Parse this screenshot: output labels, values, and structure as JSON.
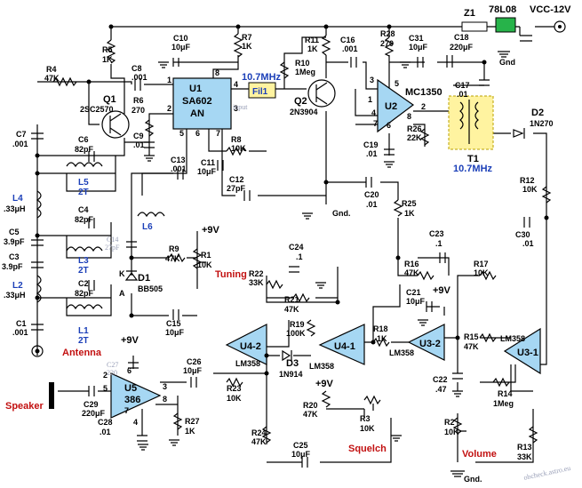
{
  "power": {
    "vcc": "VCC-12V",
    "plus9": "+9V",
    "regulator": "78L08",
    "zener": "Z1",
    "gnd": "Gnd",
    "gnd_dot": "Gnd."
  },
  "ics": {
    "u1": {
      "name": "U1",
      "part1": "SA602",
      "part2": "AN",
      "pins": [
        "1",
        "2",
        "3",
        "4",
        "5",
        "6",
        "7",
        "8"
      ]
    },
    "u2": {
      "name": "U2",
      "part": "MC1350",
      "pins": [
        "1",
        "2",
        "3",
        "4",
        "5",
        "6",
        "7",
        "8"
      ]
    },
    "u3_1": {
      "name": "U3-1",
      "part": "LM358"
    },
    "u3_2": {
      "name": "U3-2",
      "part": "LM358"
    },
    "u4_1": {
      "name": "U4-1",
      "part": "LM358"
    },
    "u4_2": {
      "name": "U4-2",
      "part": "LM358"
    },
    "u5": {
      "name": "U5",
      "part": "386",
      "pins": [
        "2",
        "3",
        "4",
        "5",
        "6",
        "7",
        "8"
      ]
    }
  },
  "filter": {
    "name": "Fil1",
    "freq": "10.7MHz",
    "input_label": "input"
  },
  "transformer": {
    "name": "T1",
    "freq": "10.7MHz"
  },
  "transistors": [
    {
      "name": "Q1",
      "part": "2SC2570"
    },
    {
      "name": "Q2",
      "part": "2N3904"
    }
  ],
  "diodes": [
    {
      "name": "D1",
      "part": "BB505",
      "k": "K",
      "a": "A"
    },
    {
      "name": "D2",
      "part": "1N270"
    },
    {
      "name": "D3",
      "part": "1N914"
    }
  ],
  "resistors": [
    {
      "name": "R1",
      "value": "10K"
    },
    {
      "name": "R2",
      "value": "10K"
    },
    {
      "name": "R3",
      "value": "10K"
    },
    {
      "name": "R4",
      "value": "47K"
    },
    {
      "name": "R5",
      "value": "1K"
    },
    {
      "name": "R6",
      "value": "270"
    },
    {
      "name": "R7",
      "value": "1K"
    },
    {
      "name": "R8",
      "value": "10K"
    },
    {
      "name": "R9",
      "value": "47K"
    },
    {
      "name": "R10",
      "value": "1Meg"
    },
    {
      "name": "R11",
      "value": "1K"
    },
    {
      "name": "R12",
      "value": "10K"
    },
    {
      "name": "R13",
      "value": "33K"
    },
    {
      "name": "R14",
      "value": "1Meg"
    },
    {
      "name": "R15",
      "value": "47K"
    },
    {
      "name": "R16",
      "value": "47K"
    },
    {
      "name": "R17",
      "value": "10K"
    },
    {
      "name": "R18",
      "value": "1K"
    },
    {
      "name": "R19",
      "value": "100K"
    },
    {
      "name": "R20",
      "value": "47K"
    },
    {
      "name": "R21",
      "value": "47K"
    },
    {
      "name": "R22",
      "value": "33K"
    },
    {
      "name": "R23",
      "value": "10K"
    },
    {
      "name": "R24",
      "value": "47K"
    },
    {
      "name": "R25",
      "value": "1K"
    },
    {
      "name": "R26",
      "value": "22K"
    },
    {
      "name": "R27",
      "value": "1K"
    },
    {
      "name": "R28",
      "value": "270"
    }
  ],
  "capacitors": [
    {
      "name": "C1",
      "value": ".001"
    },
    {
      "name": "C2",
      "value": "82pF"
    },
    {
      "name": "C3",
      "value": "3.9pF"
    },
    {
      "name": "C4",
      "value": "82pF"
    },
    {
      "name": "C5",
      "value": "3.9pF"
    },
    {
      "name": "C6",
      "value": "82pF"
    },
    {
      "name": "C7",
      "value": ".001"
    },
    {
      "name": "C8",
      "value": ".001"
    },
    {
      "name": "C9",
      "value": ".01"
    },
    {
      "name": "C10",
      "value": "10μF"
    },
    {
      "name": "C11",
      "value": "10μF"
    },
    {
      "name": "C12",
      "value": "27pF"
    },
    {
      "name": "C13",
      "value": ".001"
    },
    {
      "name": "C14",
      "value": "27pF"
    },
    {
      "name": "C15",
      "value": "10μF"
    },
    {
      "name": "C16",
      "value": ".001"
    },
    {
      "name": "C17",
      "value": ".01"
    },
    {
      "name": "C18",
      "value": "220μF"
    },
    {
      "name": "C19",
      "value": ".01"
    },
    {
      "name": "C20",
      "value": ".01"
    },
    {
      "name": "C21",
      "value": "10μF"
    },
    {
      "name": "C22",
      "value": ".47"
    },
    {
      "name": "C23",
      "value": ".1"
    },
    {
      "name": "C24",
      "value": ".1"
    },
    {
      "name": "C25",
      "value": "10μF"
    },
    {
      "name": "C26",
      "value": "10μF"
    },
    {
      "name": "C27",
      "value": "220"
    },
    {
      "name": "C28",
      "value": ".01"
    },
    {
      "name": "C29",
      "value": "220μF"
    },
    {
      "name": "C30",
      "value": ".01"
    },
    {
      "name": "C31",
      "value": "10μF"
    }
  ],
  "inductors": [
    {
      "name": "L1",
      "value": "2T"
    },
    {
      "name": "L2",
      "value": ".33μH"
    },
    {
      "name": "L3",
      "value": "2T"
    },
    {
      "name": "L4",
      "value": ".33μH"
    },
    {
      "name": "L5",
      "value": "2T"
    },
    {
      "name": "L6",
      "value": ""
    }
  ],
  "labels": {
    "antenna": "Antenna",
    "speaker": "Speaker",
    "tuning": "Tuning",
    "squelch": "Squelch",
    "volume": "Volume"
  },
  "watermark": "obcheck.astro.eu"
}
